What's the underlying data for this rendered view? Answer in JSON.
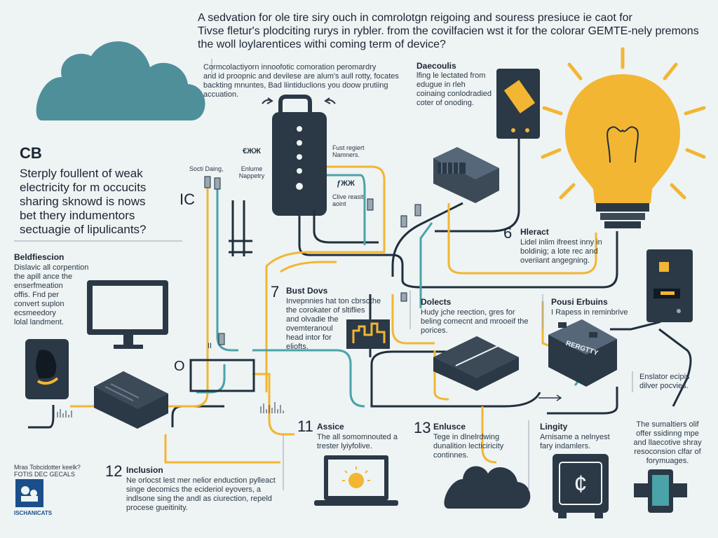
{
  "colors": {
    "background": "#eef3f4",
    "cloud": "#4f8f9a",
    "dark": "#2b3846",
    "yellow": "#f2b632",
    "teal": "#4aa3a8"
  },
  "header": {
    "line1": "A sedvation for ole tire siry ouch in comrolotgn reigoing and souress presiuce ie caot for",
    "line2": "Tivse fletur's plodciting rurys in rybler. from the covilfacien wst it for the colorar GEMTE-nely premons",
    "line3": "the woll loylarentices withi coming term of device?"
  },
  "intro": {
    "text": "Cormcolactiyorn innoofotic comoration peromardry\nand id proopnic and devilese are alum's aull rotty, focates\nbackting mnuntes, Bad liintiduclions you doow prutiing\naccuation."
  },
  "decoulis": {
    "title": "Daecoulis",
    "text": "lfing le lectated from\nedugue in rleh\ncoinaing conlodradied\ncoter of onoding."
  },
  "left_panel": {
    "title": "CB",
    "text": "Sterply foullent of weak\nelectricity for m occucits\nsharing sknowd is nows\nbet thery indumentors\nsectuagie of lipulicants?",
    "ic_label": "IC"
  },
  "labels": {
    "socti": "Socti Daing,",
    "enlume": "Enlume\nNappetry",
    "fust": "Fust regiert\nNamners.",
    "clive": "Clive reasit\naoint",
    "sym1": "€ЖЖ",
    "sym2": "ƒЖЖ",
    "o_label": "O",
    "two_bar": "II"
  },
  "beldfiescion": {
    "title": "Beldfiescion",
    "text": "Dislavic all corpention\nthe apill ance the\nenserfmeation\noffis. Fnd per\nconvert suplon\necsmeedory\nlolal landment."
  },
  "hleract": {
    "number": "6",
    "title": "Hleract",
    "text": "Lidel inlim ifreest inny in\nboldinig; a lote rec and\noveriiant angegning."
  },
  "bust": {
    "number": "7",
    "title": "Bust Dovs",
    "text": "Invepnnies hat ton cbrsothe\nthe corokater of sltiflies\nand olvadie the\novemteranoul\nhead intor for\neliofts."
  },
  "dolects": {
    "title": "Dolects",
    "text": "Hudy jche reection, gres for\nbeling comecnt and mrooeif the\nporices."
  },
  "pousi": {
    "title": "Pousi Erbuins",
    "text": "I Rapess in reminbrive",
    "battery": "RERGTTY"
  },
  "enslator": {
    "text": "Enslator ecipis\ndilver pocvies."
  },
  "assice": {
    "number": "11",
    "title": "Assice",
    "text": "The all somomnouted a\ntrester lyiyfolive."
  },
  "enluece": {
    "number": "13",
    "title": "Enlusce",
    "text": "Tege in dlnelrdwing\ndunalition lecticiricity\ncontinnes."
  },
  "lingity": {
    "title": "Lingity",
    "text": "Arnisame a nelnyest\nfary indamlers."
  },
  "sumaltiers": {
    "text": "The sumaltiers olif\noffer ssidinng mpe\nand llaecotive shray\nresoconsion clfar of\nforymuages."
  },
  "inclusion": {
    "number": "12",
    "title": "Inclusion",
    "text": "Ne orlocst lest mer nelior enduction pylleact\nsinge decomics the ecideriol eyovers, a\nindlsone sing the andl as ciurection, repeld\nprocese gueitinity."
  },
  "brand": {
    "caption": "Mras Tobcidotter keelk?\nFOTIS DEC GECALS",
    "logo": "ISCHANICATS"
  },
  "icons": {
    "cloud": "cloud-icon",
    "bulb": "light-bulb-icon",
    "monitor": "monitor-icon",
    "switch": "wall-switch-icon",
    "router": "router-icon",
    "laptop": "laptop-icon",
    "safe": "currency-safe-icon",
    "phone": "phone-icon",
    "battery": "battery-icon"
  }
}
